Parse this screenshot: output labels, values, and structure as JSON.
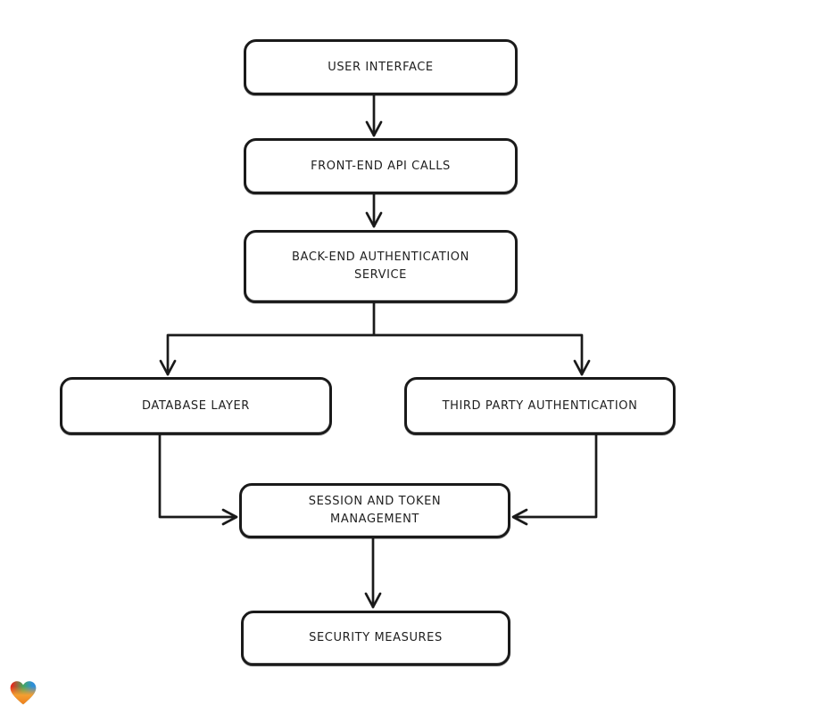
{
  "diagram": {
    "background_color": "#ffffff",
    "stroke_color": "#1a1a1a",
    "text_color": "#1f1f1f",
    "node_fill_color": "#ffffff",
    "nodes": {
      "ui": {
        "label": "USER INTERFACE"
      },
      "api": {
        "label": "FRONT-END API CALLS"
      },
      "auth": {
        "lines": [
          "BACK-END AUTHENTICATION",
          "SERVICE"
        ]
      },
      "db": {
        "label": "DATABASE LAYER"
      },
      "tpa": {
        "label": "THIRD PARTY AUTHENTICATION"
      },
      "session": {
        "lines": [
          "SESSION AND TOKEN",
          "MANAGEMENT"
        ]
      },
      "sec": {
        "label": "SECURITY MEASURES"
      }
    },
    "edges": [
      {
        "from": "USER INTERFACE",
        "to": "FRONT-END API CALLS"
      },
      {
        "from": "FRONT-END API CALLS",
        "to": "BACK-END AUTHENTICATION SERVICE"
      },
      {
        "from": "BACK-END AUTHENTICATION SERVICE",
        "to": "DATABASE LAYER"
      },
      {
        "from": "BACK-END AUTHENTICATION SERVICE",
        "to": "THIRD PARTY AUTHENTICATION"
      },
      {
        "from": "DATABASE LAYER",
        "to": "SESSION AND TOKEN MANAGEMENT"
      },
      {
        "from": "THIRD PARTY AUTHENTICATION",
        "to": "SESSION AND TOKEN MANAGEMENT"
      },
      {
        "from": "SESSION AND TOKEN MANAGEMENT",
        "to": "SECURITY MEASURES"
      }
    ]
  },
  "branding": {
    "logo_icon": "heart-gradient-icon",
    "logo_colors": [
      "#e8271c",
      "#44a85e",
      "#2f8fd8",
      "#f49f30",
      "#ee7f1f"
    ]
  }
}
